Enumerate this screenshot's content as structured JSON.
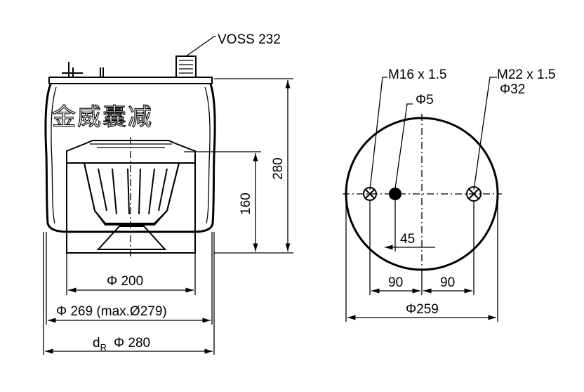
{
  "watermark": "金威囊减",
  "labels": {
    "port": "VOSS 232",
    "height_total": "280",
    "height_piston": "160",
    "dia_piston": "Φ 200",
    "dia_bellow": "Φ 269 (max.Ø279)",
    "dr_prefix": "d",
    "dr_sub": "R",
    "dia_dr": "Φ 280",
    "thread_left": "M16 x 1.5",
    "dia_pin": "Φ5",
    "thread_right": "M22 x 1.5",
    "dia_right": "Φ32",
    "offset_pin": "45",
    "offset_left": "90",
    "offset_right": "90",
    "dia_plate": "Φ259"
  }
}
